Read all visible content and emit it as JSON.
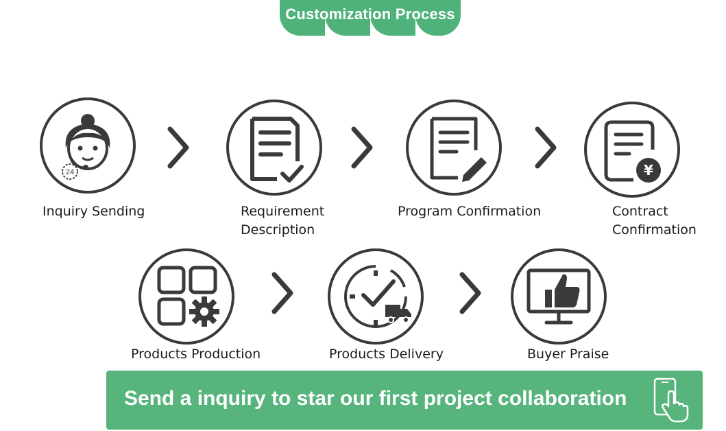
{
  "header": {
    "title": "Customization Process"
  },
  "steps": [
    {
      "label": "Inquiry Sending",
      "icon": "customer-service-icon"
    },
    {
      "label": "Requirement\nDescription",
      "icon": "document-check-icon"
    },
    {
      "label": "Program Confirmation",
      "icon": "document-edit-icon"
    },
    {
      "label": "Contract\nConfirmation",
      "icon": "contract-yen-icon"
    },
    {
      "label": "Products Production",
      "icon": "production-grid-gear-icon"
    },
    {
      "label": "Products Delivery",
      "icon": "delivery-clock-truck-icon"
    },
    {
      "label": "Buyer Praise",
      "icon": "monitor-thumbs-up-icon"
    }
  ],
  "badge_24": "24",
  "currency_symbol": "¥",
  "cta": {
    "text": "Send a inquiry to star our first project collaboration",
    "icon": "phone-tap-icon"
  },
  "colors": {
    "brand_green": "#4fb27a",
    "icon_dark": "#3a3a3a"
  }
}
